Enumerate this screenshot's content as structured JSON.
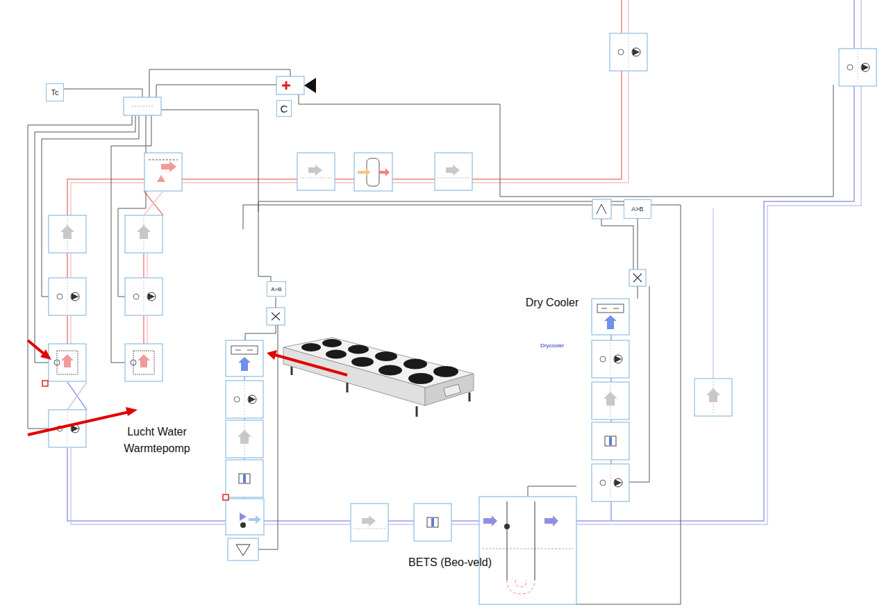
{
  "diagram": {
    "nodes": [
      {
        "text": [
          "Tc"
        ]
      },
      {
        "text": [
          "C"
        ]
      },
      {
        "text": [
          "A>B"
        ]
      },
      {
        "text": [
          "A>B"
        ]
      }
    ],
    "labels": [
      "Dry Cooler",
      "Drycooler",
      "Lucht Water Warmtepomp",
      "BETS (Beo-veld)"
    ]
  }
}
